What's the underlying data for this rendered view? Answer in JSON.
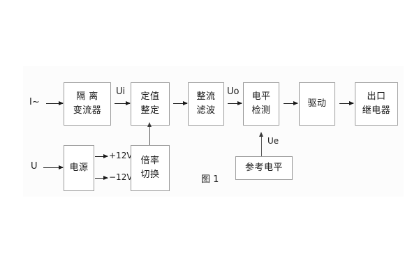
{
  "figure": {
    "caption": "图 1",
    "background_color": "#ffffff",
    "panel_color": "#fcfcfc",
    "box_border_color": "#9a9a9a",
    "line_color": "#1a1a1a"
  },
  "inputs": [
    {
      "id": "current-input",
      "label": "I~"
    },
    {
      "id": "voltage-input",
      "label": "U"
    }
  ],
  "blocks": [
    {
      "id": "isolating-ct",
      "line1": "隔 离",
      "line2": "变流器"
    },
    {
      "id": "setting-value",
      "line1": "定值",
      "line2": "整定"
    },
    {
      "id": "rectify-filter",
      "line1": "整流",
      "line2": "滤波"
    },
    {
      "id": "level-detect",
      "line1": "电平",
      "line2": "检测"
    },
    {
      "id": "drive",
      "line1": "驱动",
      "line2": ""
    },
    {
      "id": "output-relay",
      "line1": "出口",
      "line2": "继电器"
    },
    {
      "id": "power-supply",
      "line1": "电源",
      "line2": ""
    },
    {
      "id": "multiplier-switch",
      "line1": "倍率",
      "line2": "切换"
    },
    {
      "id": "reference-level",
      "line1": "参考电平",
      "line2": ""
    }
  ],
  "signals": [
    {
      "id": "ui",
      "label": "Ui"
    },
    {
      "id": "uo",
      "label": "Uo"
    },
    {
      "id": "ue",
      "label": "Ue"
    }
  ],
  "rails": [
    {
      "id": "rail-positive",
      "label": "+12V"
    },
    {
      "id": "rail-negative",
      "label": "−12V"
    }
  ]
}
